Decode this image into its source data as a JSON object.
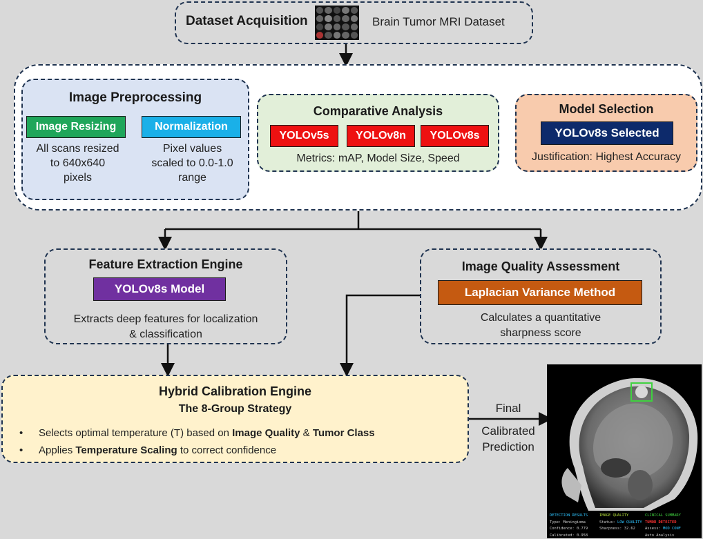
{
  "acquisition": {
    "title": "Dataset Acquisition",
    "dataset": "Brain Tumor MRI Dataset",
    "thumbnail_icon": "mri-grid-icon"
  },
  "preprocessing": {
    "title": "Image Preprocessing",
    "resize_label": "Image Resizing",
    "resize_caption_1": "All scans resized",
    "resize_caption_2": "to 640x640",
    "resize_caption_3": "pixels",
    "norm_label": "Normalization",
    "norm_caption_1": "Pixel values",
    "norm_caption_2": "scaled to 0.0-1.0",
    "norm_caption_3": "range"
  },
  "comparative": {
    "title": "Comparative Analysis",
    "models": [
      "YOLOv5s",
      "YOLOv8n",
      "YOLOv8s"
    ],
    "metrics": "Metrics: mAP, Model Size, Speed"
  },
  "selection": {
    "title": "Model Selection",
    "selected": "YOLOv8s Selected",
    "justification": "Justification: Highest Accuracy"
  },
  "feature": {
    "title": "Feature Extraction Engine",
    "model": "YOLOv8s Model",
    "caption_1": "Extracts deep features for localization",
    "caption_2": "& classification"
  },
  "quality": {
    "title": "Image Quality Assessment",
    "method": "Laplacian Variance Method",
    "caption_1": "Calculates a quantitative",
    "caption_2": "sharpness score"
  },
  "calibration": {
    "title": "Hybrid Calibration Engine",
    "subtitle": "The 8-Group Strategy",
    "bullet1_pre": "Selects optimal temperature (T) based on ",
    "bullet1_b1": "Image Quality",
    "bullet1_mid": " & ",
    "bullet1_b2": "Tumor Class",
    "bullet2_pre": "Applies ",
    "bullet2_b": "Temperature Scaling",
    "bullet2_post": " to correct confidence"
  },
  "final": {
    "line1": "Final",
    "line2": "Calibrated",
    "line3": "Prediction"
  },
  "result_panel": {
    "detection_header": "DETECTION RESULTS",
    "type": "Type: Meningioma",
    "confidence": "Confidence: 0.779",
    "calibrated": "Calibrated: 0.958",
    "quality_header": "IMAGE QUALITY",
    "status_label": "Status: ",
    "status_value": "LOW QUALITY",
    "sharpness": "Sharpness: 32.62",
    "clinical_header": "CLINICAL SUMMARY",
    "tumor": "TUMOR DETECTED",
    "assess_label": "Assess: ",
    "assess_value": "MOD CONF",
    "auto": "Auto Analysis"
  },
  "colors": {
    "resize": "#1fa65a",
    "normalization": "#1ab0e8",
    "yolo": "#ee1111",
    "selected": "#0d2a6b",
    "feature_model": "#7030a0",
    "laplacian": "#c55a11",
    "preprocess_bg": "#dae3f3",
    "comparative_bg": "#e2efd9",
    "selection_bg": "#f8cbad",
    "calibration_bg": "#fff2cc"
  }
}
